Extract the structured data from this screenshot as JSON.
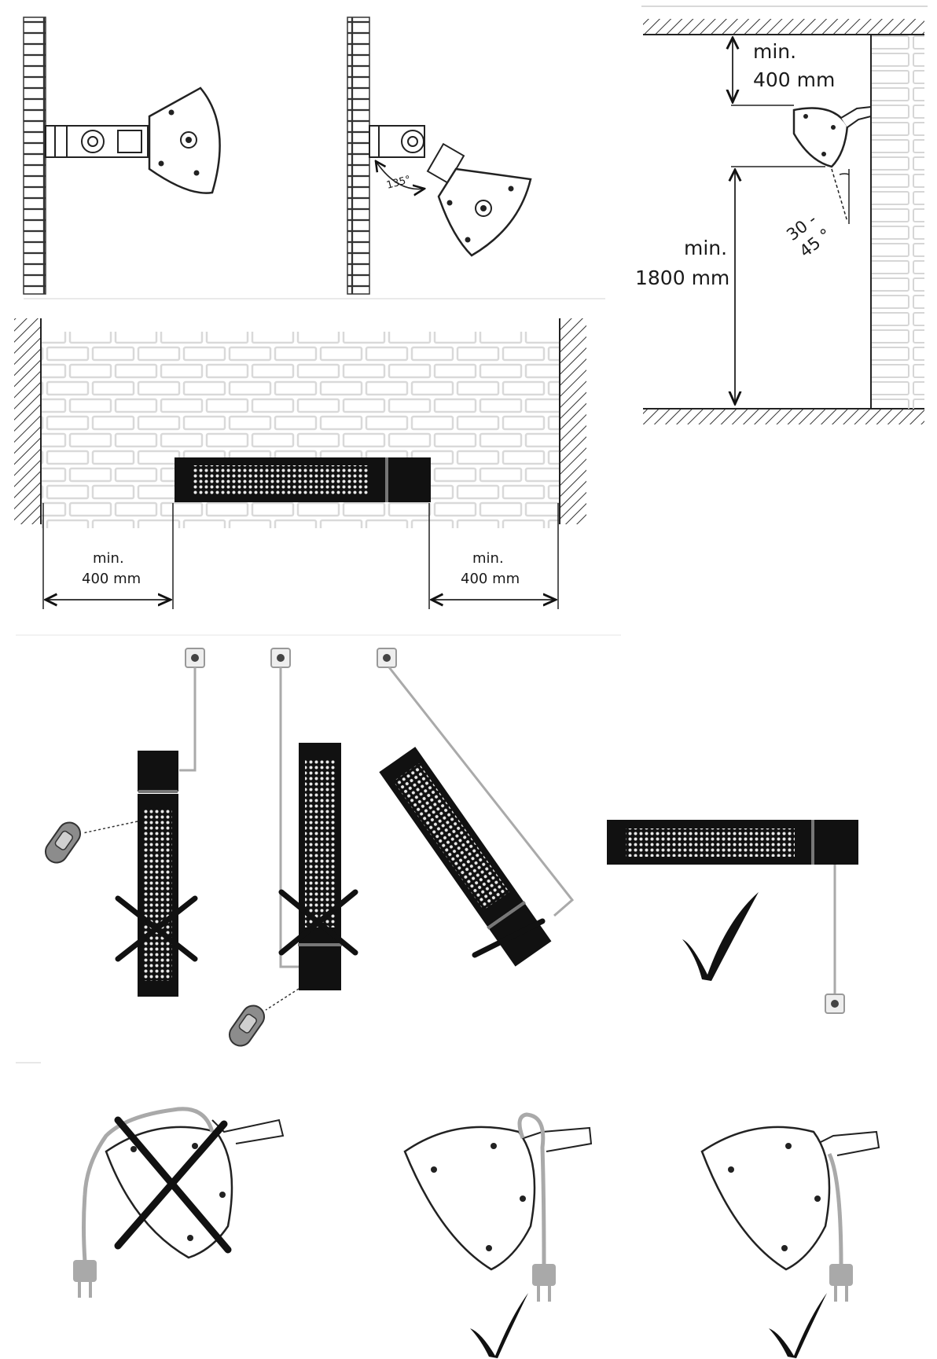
{
  "colors": {
    "ink": "#1a1a1a",
    "heater": "#111111",
    "brick_line": "#d8d8d8",
    "cable": "#a9a9a9",
    "remote": "#8c8c8c"
  },
  "panel_angle": {
    "angle_label": "135°"
  },
  "panel_clearance": {
    "ceiling_min": "min.",
    "ceiling_value": "400 mm",
    "floor_min": "min.",
    "floor_value": "1800 mm",
    "tilt_label_1": "30 -",
    "tilt_label_2": "45 °"
  },
  "panel_side": {
    "left_min": "min.",
    "left_value": "400 mm",
    "right_min": "min.",
    "right_value": "400 mm"
  },
  "panel_orientation": {
    "items": [
      {
        "id": "vertical-remote-top",
        "correct": false
      },
      {
        "id": "vertical-remote-bottom",
        "correct": false
      },
      {
        "id": "diagonal",
        "correct": false
      },
      {
        "id": "horizontal",
        "correct": true
      }
    ]
  },
  "panel_cable": {
    "items": [
      {
        "id": "cable-over-heater",
        "correct": false
      },
      {
        "id": "cable-behind-bracket",
        "correct": true
      },
      {
        "id": "cable-down-from-bracket",
        "correct": true
      }
    ]
  },
  "icons": [
    "check-icon",
    "cross-icon",
    "plug-icon",
    "remote-icon",
    "wall-socket-icon",
    "heater-icon",
    "bracket-icon"
  ]
}
